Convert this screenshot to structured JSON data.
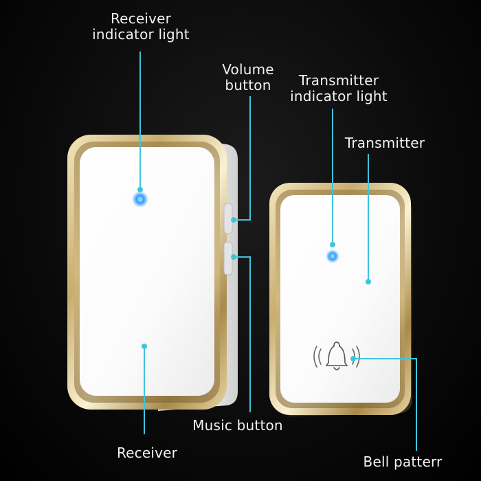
{
  "labels": {
    "receiver_indicator": [
      "Receiver",
      "indicator light"
    ],
    "volume_button": [
      "Volume",
      "button"
    ],
    "transmitter_indicator": [
      "Transmitter",
      "indicator light"
    ],
    "transmitter": "Transmitter",
    "music_button": "Music button",
    "receiver": "Receiver",
    "bell_pattern": "Bell patterr"
  },
  "colors": {
    "background": "#000000",
    "callout_line": "#3fc4dd",
    "indicator_glow": "#1e90ff",
    "gold_trim": "#c9b27a",
    "device_face": "#ffffff"
  },
  "icons": [
    "bell-icon",
    "sound-wave-icon"
  ]
}
